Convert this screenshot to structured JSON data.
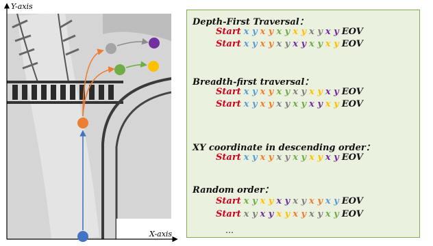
{
  "colors": {
    "start": "#d0021b",
    "eov": "#111111",
    "blue": "#5b9bd5",
    "orange": "#ed7d31",
    "gray": "#7f7f7f",
    "green": "#70ad47",
    "yellow": "#ffc000",
    "purple": "#7030a0",
    "panel_bg": "#ebf1df",
    "panel_border": "#84ab54"
  },
  "diagram": {
    "y_axis_label": "Y-axis",
    "x_axis_label": "X-axis",
    "nodes": [
      {
        "id": "blue",
        "color": "#4472c4"
      },
      {
        "id": "orange",
        "color": "#ed7d31"
      },
      {
        "id": "green",
        "color": "#70ad47"
      },
      {
        "id": "gray",
        "color": "#a5a5a5"
      },
      {
        "id": "yellow",
        "color": "#ffc000"
      },
      {
        "id": "purple",
        "color": "#7030a0"
      }
    ]
  },
  "sections": [
    {
      "title": "Depth-First Traversal：",
      "rows": [
        {
          "start": "Start",
          "pairs": [
            "blue",
            "orange",
            "green",
            "yellow",
            "gray",
            "purple"
          ],
          "end": "EOV"
        },
        {
          "start": "Start",
          "pairs": [
            "blue",
            "orange",
            "gray",
            "purple",
            "green",
            "yellow"
          ],
          "end": "EOV"
        }
      ]
    },
    {
      "title": "Breadth-first traversal：",
      "rows": [
        {
          "start": "Start",
          "pairs": [
            "blue",
            "orange",
            "green",
            "gray",
            "yellow",
            "purple"
          ],
          "end": "EOV"
        },
        {
          "start": "Start",
          "pairs": [
            "blue",
            "orange",
            "gray",
            "green",
            "purple",
            "yellow"
          ],
          "end": "EOV"
        }
      ]
    },
    {
      "title": "XY coordinate in descending order：",
      "rows": [
        {
          "start": "Start",
          "pairs": [
            "blue",
            "orange",
            "gray",
            "green",
            "yellow",
            "purple"
          ],
          "end": "EOV"
        }
      ]
    },
    {
      "title": "Random order：",
      "rows": [
        {
          "start": "Start",
          "pairs": [
            "green",
            "yellow",
            "purple",
            "gray",
            "orange",
            "blue"
          ],
          "end": "EOV"
        },
        {
          "start": "Start",
          "pairs": [
            "gray",
            "purple",
            "yellow",
            "orange",
            "gray",
            "green"
          ],
          "end": "EOV"
        }
      ]
    }
  ],
  "pair_text": "x y",
  "ellipsis": "…"
}
